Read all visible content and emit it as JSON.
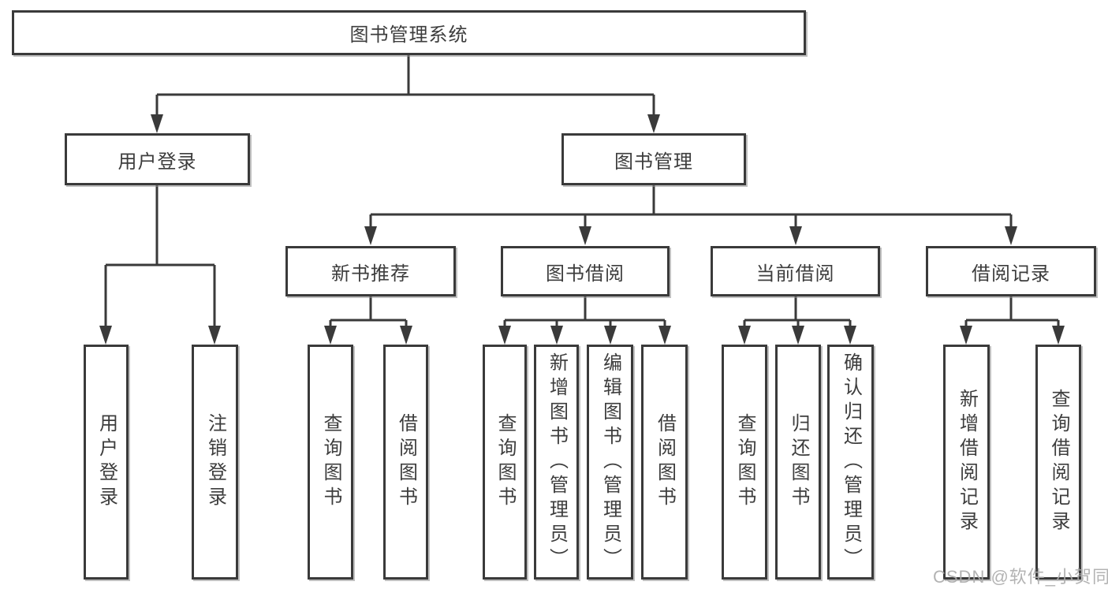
{
  "diagram": {
    "root": {
      "label": "图书管理系统"
    },
    "branches": [
      {
        "label": "用户登录",
        "children": [
          {
            "label": "用户登录"
          },
          {
            "label": "注销登录"
          }
        ]
      },
      {
        "label": "图书管理",
        "children": [
          {
            "label": "新书推荐",
            "children": [
              {
                "label": "查询图书"
              },
              {
                "label": "借阅图书"
              }
            ]
          },
          {
            "label": "图书借阅",
            "children": [
              {
                "label": "查询图书"
              },
              {
                "label": "新增图书（管理员）"
              },
              {
                "label": "编辑图书（管理员）"
              },
              {
                "label": "借阅图书"
              }
            ]
          },
          {
            "label": "当前借阅",
            "children": [
              {
                "label": "查询图书"
              },
              {
                "label": "归还图书"
              },
              {
                "label": "确认归还（管理员）"
              }
            ]
          },
          {
            "label": "借阅记录",
            "children": [
              {
                "label": "新增借阅记录"
              },
              {
                "label": "查询借阅记录"
              }
            ]
          }
        ]
      }
    ],
    "watermark": "CSDN @软件_小贺同学",
    "colors": {
      "line": "#3a3a3a",
      "box_border": "#3a3a3a",
      "text": "#3d3d3d",
      "watermark": "#ababab",
      "background": "#ffffff"
    }
  }
}
